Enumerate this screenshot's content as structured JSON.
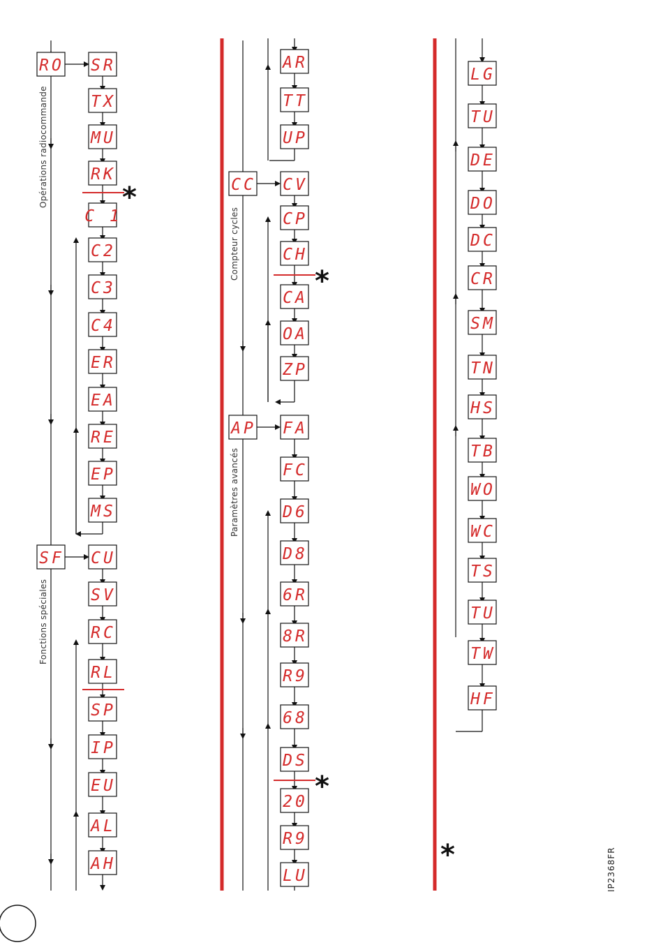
{
  "accent_color": "#d42a2a",
  "sections": {
    "radio": {
      "label": "Opérations radiocommande",
      "head": "RO",
      "items": [
        "SR",
        "TX",
        "MU",
        "RK",
        "C 1",
        "C2",
        "C3",
        "C4",
        "ER",
        "EA",
        "RE",
        "EP",
        "MS"
      ]
    },
    "special": {
      "label": "Fonctions spéciales",
      "head": "SF",
      "items": [
        "CU",
        "SV",
        "RC",
        "RL",
        "SP",
        "IP",
        "EU",
        "AL",
        "AH"
      ]
    },
    "col2_top": {
      "items": [
        "AR",
        "TT",
        "UP"
      ]
    },
    "cycles": {
      "label": "Compteur cycles",
      "head": "CC",
      "items": [
        "CV",
        "CP",
        "CH",
        "CA",
        "OA",
        "ZP"
      ]
    },
    "advanced": {
      "label": "Paramètres avancés",
      "head": "AP",
      "items": [
        "FA",
        "FC",
        "D6",
        "D8",
        "6R",
        "8R",
        "R9",
        "68",
        "DS",
        "20",
        "R9",
        "LU"
      ]
    },
    "col3": {
      "items": [
        "LG",
        "TU",
        "DE",
        "DO",
        "DC",
        "CR",
        "SM",
        "TN",
        "HS",
        "TB",
        "WO",
        "WC",
        "TS",
        "TU",
        "TW",
        "HF"
      ]
    }
  },
  "footnote_marker": "*",
  "reference": "IP2368FR"
}
